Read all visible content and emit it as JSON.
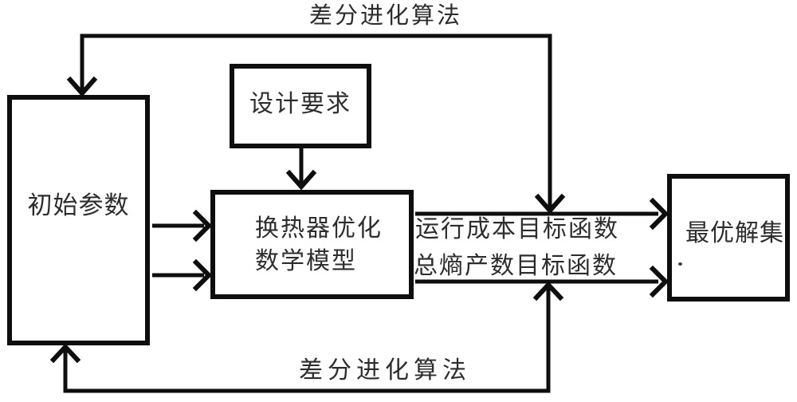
{
  "colors": {
    "line": "#0e0e0e",
    "text": "#2d2d2d",
    "background": "#ffffff"
  },
  "labels": {
    "top_feedback": "差分进化算法",
    "bottom_feedback": "差分进化算法",
    "objective_upper": "运行成本目标函数",
    "objective_lower": "总熵产数目标函数"
  },
  "boxes": {
    "initial_parameters": "初始参数",
    "design_requirements": "设计要求",
    "model_line1": "换热器优化",
    "model_line2": "数学模型",
    "optimal_solution": "最优解集"
  }
}
